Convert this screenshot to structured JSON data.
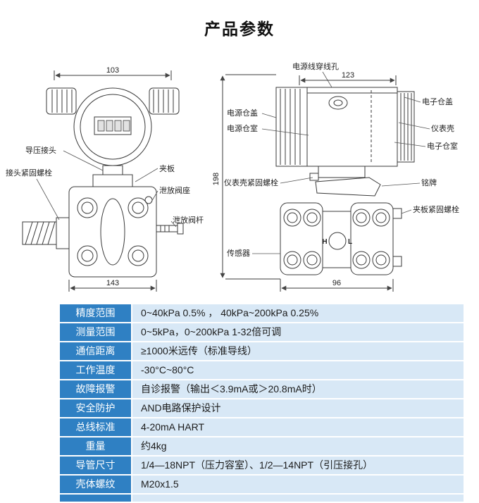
{
  "page": {
    "title": "产品参数"
  },
  "colors": {
    "label_bg": "#2f80c3",
    "value_bg": "#d8e8f6",
    "line": "#3a3a3a"
  },
  "diagrams": {
    "front_view": {
      "dim_width_top": "103",
      "dim_width_bottom": "143",
      "callouts": {
        "pressure_joint": "导压接头",
        "joint_bolt": "接头紧固螺栓",
        "clamp_plate": "夹板",
        "drain_valve_seat": "泄放阀座",
        "drain_valve_stem": "泄放阀杆"
      }
    },
    "side_view": {
      "dim_width_top": "123",
      "dim_height": "198",
      "dim_width_bottom": "96",
      "callouts": {
        "cable_hole": "电源线穿线孔",
        "power_cover": "电源仓盖",
        "power_chamber": "电源仓室",
        "electronic_cover": "电子仓盖",
        "meter_shell": "仪表壳",
        "electronic_chamber": "电子仓室",
        "shell_bolt": "仪表壳紧固螺栓",
        "nameplate": "铭牌",
        "clamp_bolt": "夹板紧固螺栓",
        "sensor": "传感器"
      },
      "ports": {
        "high": "H",
        "low": "L"
      }
    }
  },
  "table": {
    "rows": [
      {
        "label": "精度范围",
        "value": "0~40kPa 0.5% ，  40kPa~200kPa 0.25%"
      },
      {
        "label": "测量范围",
        "value": "0~5kPa，0~200kPa  1-32倍可调"
      },
      {
        "label": "通信距离",
        "value": "≥1000米远传（标准导线）"
      },
      {
        "label": "工作温度",
        "value": "-30°C~80°C"
      },
      {
        "label": "故障报警",
        "value": "自诊报警（输出＜3.9mA或＞20.8mA时）"
      },
      {
        "label": "安全防护",
        "value": "AND电路保护设计"
      },
      {
        "label": "总线标准",
        "value": "4-20mA HART"
      },
      {
        "label": "重量",
        "value": "约4kg"
      },
      {
        "label": "导管尺寸",
        "value": "1/4—18NPT（压力容室）、1/2—14NPT（引压接孔）"
      },
      {
        "label": "壳体螺纹",
        "value": "M20x1.5"
      }
    ]
  }
}
